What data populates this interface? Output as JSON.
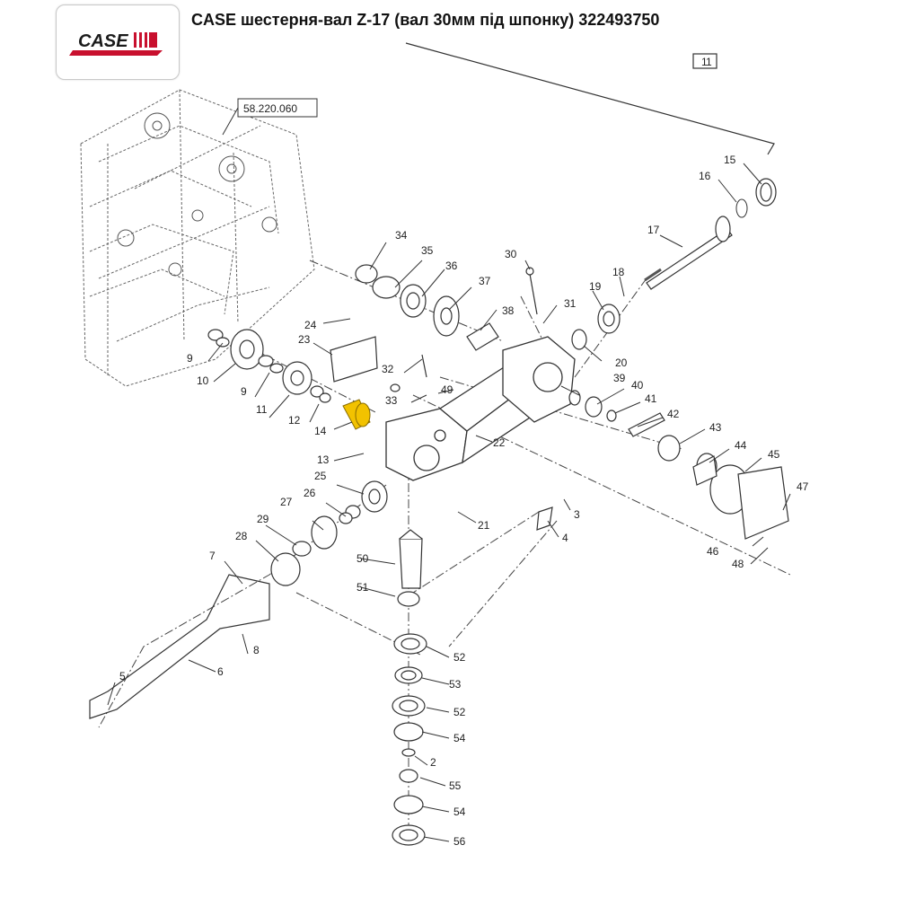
{
  "header": {
    "title": "CASE шестерня-вал Z-17 (вал 30мм під шпонку) 322493750",
    "logo_text": "CASE",
    "logo_color": "#c8102e"
  },
  "diagram": {
    "reference_box": "58.220.060",
    "assembly_box": "1",
    "highlight_color": "#f2c200",
    "labels": [
      "1",
      "2",
      "3",
      "4",
      "5",
      "6",
      "7",
      "8",
      "9",
      "9",
      "10",
      "11",
      "12",
      "13",
      "14",
      "15",
      "16",
      "17",
      "18",
      "19",
      "20",
      "21",
      "22",
      "23",
      "24",
      "25",
      "26",
      "27",
      "28",
      "29",
      "30",
      "31",
      "32",
      "33",
      "34",
      "35",
      "36",
      "37",
      "38",
      "39",
      "40",
      "41",
      "42",
      "43",
      "44",
      "45",
      "46",
      "47",
      "48",
      "49",
      "50",
      "51",
      "52",
      "52",
      "53",
      "54",
      "54",
      "55",
      "56"
    ]
  }
}
